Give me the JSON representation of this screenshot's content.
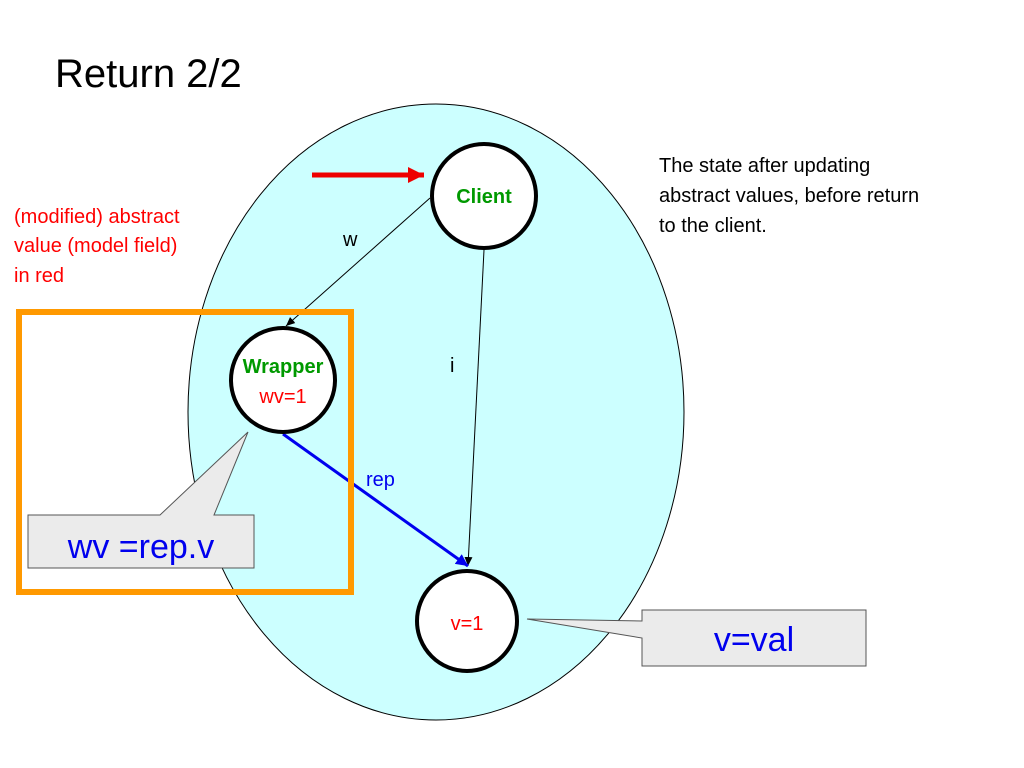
{
  "slide": {
    "title": "Return 2/2",
    "note_lines": [
      "The state after updating",
      "abstract values, before return",
      "to the client."
    ],
    "legend_lines": [
      "(modified) abstract",
      "value (model field)",
      "in red"
    ]
  },
  "nodes": {
    "client": {
      "label": "Client"
    },
    "wrapper": {
      "label": "Wrapper",
      "value": "wv=1"
    },
    "value": {
      "value": "v=1"
    }
  },
  "edges": {
    "w": "w",
    "i": "i",
    "rep": "rep"
  },
  "callouts": {
    "wrapper_invariant": "wv =rep.v",
    "value_invariant": "v=val"
  },
  "colors": {
    "heap_fill": "#ccffff",
    "node_label": "#009900",
    "modified_value": "#ff0000",
    "rep_edge": "#0000ee",
    "callout_text": "#0000ee",
    "callout_fill": "#ebebeb",
    "highlight_frame": "#ff9900",
    "pointer_arrow": "#ee0000"
  }
}
